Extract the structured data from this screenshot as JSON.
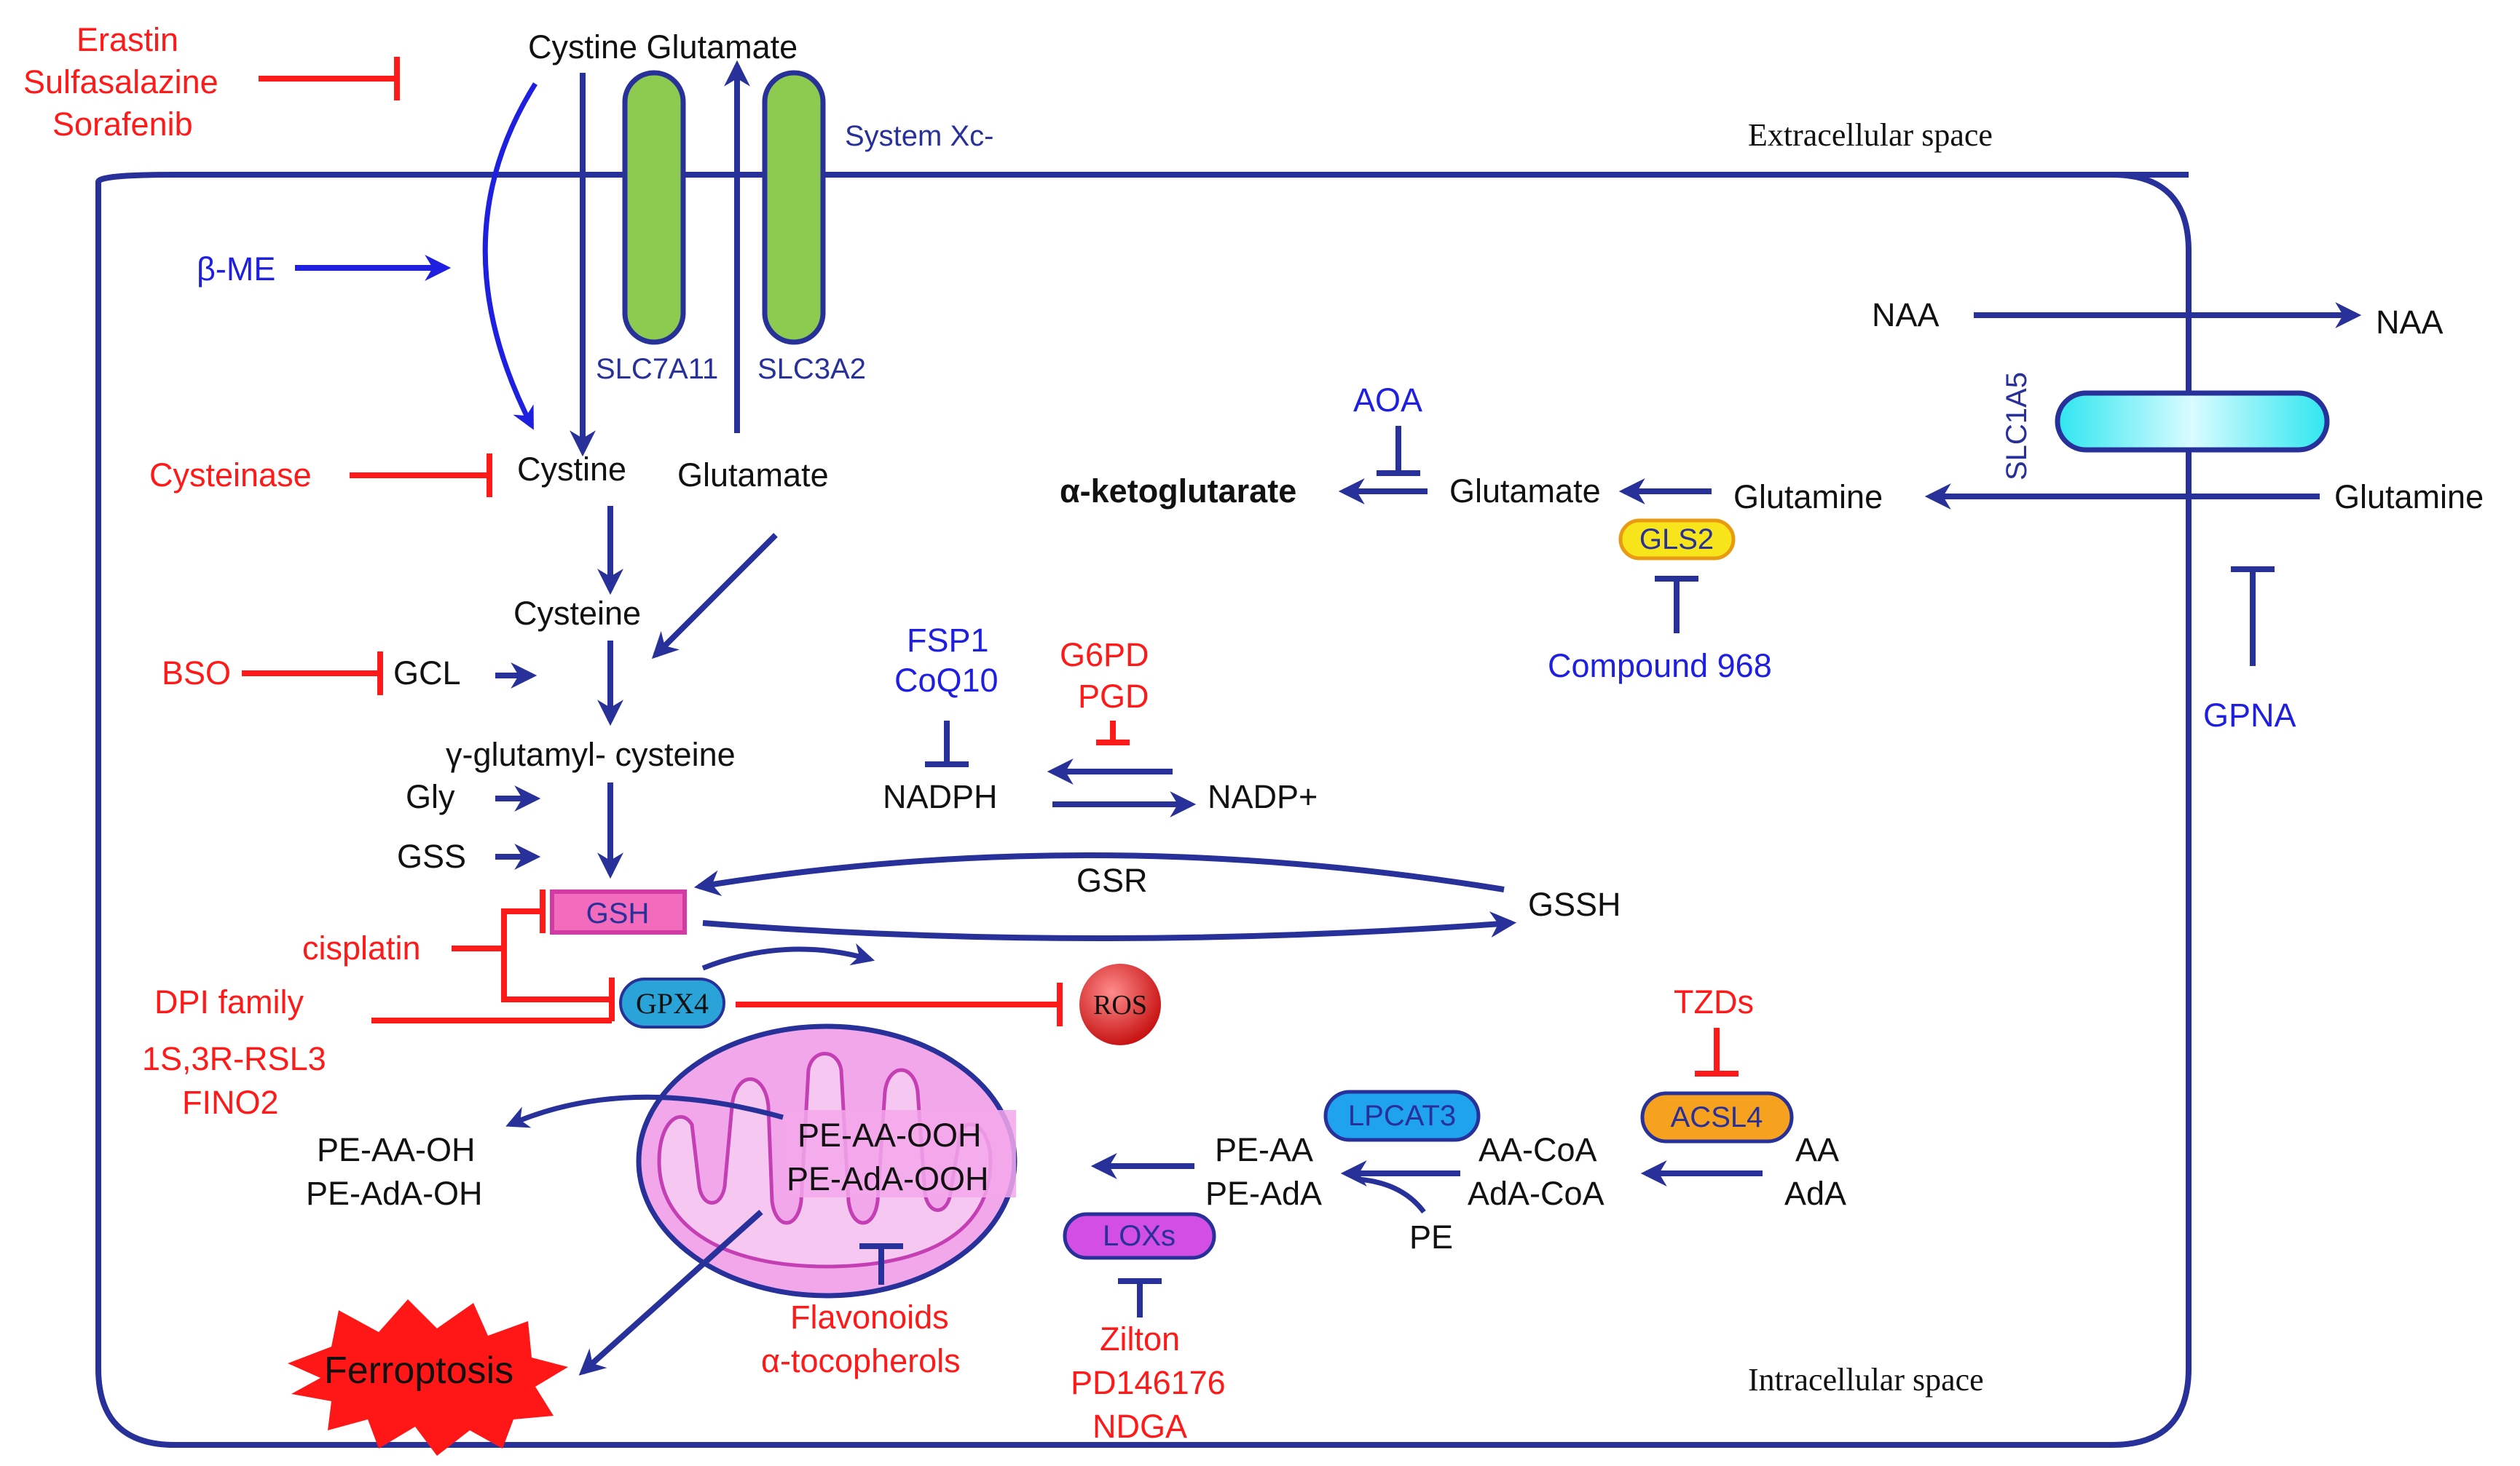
{
  "colors": {
    "navy": "#28309a",
    "red": "#ff1a1a",
    "blue": "#1f1fe0",
    "transporter_green": "#8ccb50",
    "slc1a5_cyan": "#2fe6f0",
    "gsh_pink": "#f26bbd",
    "gpx4_blue": "#2aa4d8",
    "gls2_yellow": "#f7e41a",
    "acsl4_orange": "#f7a21e",
    "lpcat3_blue": "#1fa3ee",
    "loxs_magenta": "#d34ee3",
    "mitochondrion_pink": "#f3a7eb",
    "ros_red": "#d62020"
  },
  "regions": {
    "extracellular": "Extracellular space",
    "intracellular": "Intracellular space"
  },
  "transport": {
    "cystine_glutamate": "Cystine Glutamate",
    "system_xc": "System Xc-",
    "slc7a11": "SLC7A11",
    "slc3a2": "SLC3A2",
    "slc1a5": "SLC1A5",
    "naa_in": "NAA",
    "naa_out": "NAA",
    "glutamine_out": "Glutamine"
  },
  "metabolites": {
    "cystine": "Cystine",
    "glutamate_in": "Glutamate",
    "cysteine": "Cysteine",
    "gcl": "GCL",
    "gamma_glutamyl": "γ-glutamyl- cysteine",
    "gly": "Gly",
    "gss": "GSS",
    "gsh": "GSH",
    "gsr": "GSR",
    "gssh": "GSSH",
    "gpx4": "GPX4",
    "ros": "ROS",
    "nadph": "NADPH",
    "nadp": "NADP+",
    "fsp1": "FSP1",
    "coq10": "CoQ10",
    "g6pd": "G6PD",
    "pgd": "PGD",
    "alpha_kg": "α-ketoglutarate",
    "glutamate_mid": "Glutamate",
    "glutamine_in": "Glutamine",
    "gls2": "GLS2",
    "pe_aa_ooh": "PE-AA-OOH",
    "pe_ada_ooh": "PE-AdA-OOH",
    "pe_aa_oh": "PE-AA-OH",
    "pe_ada_oh": "PE-AdA-OH",
    "pe_aa": "PE-AA",
    "pe_ada": "PE-AdA",
    "pe": "PE",
    "aa_coa": "AA-CoA",
    "ada_coa": "AdA-CoA",
    "aa": "AA",
    "ada": "AdA",
    "lpcat3": "LPCAT3",
    "acsl4": "ACSL4",
    "loxs": "LOXs",
    "ferroptosis": "Ferroptosis"
  },
  "inhibitors": {
    "erastin": "Erastin",
    "sulfasalazine": "Sulfasalazine",
    "sorafenib": "Sorafenib",
    "cysteinase": "Cysteinase",
    "bso": "BSO",
    "cisplatin": "cisplatin",
    "dpi_family": "DPI family",
    "rsl3": "1S,3R-RSL3",
    "fino2": "FINO2",
    "flavonoids": "Flavonoids",
    "tocopherols": "α-tocopherols",
    "zilton": "Zilton",
    "pd146176": "PD146176",
    "ndga": "NDGA",
    "tzds": "TZDs",
    "aoa": "AOA",
    "compound_968": "Compound 968",
    "gpna": "GPNA"
  },
  "activators": {
    "beta_me": "β-ME"
  }
}
